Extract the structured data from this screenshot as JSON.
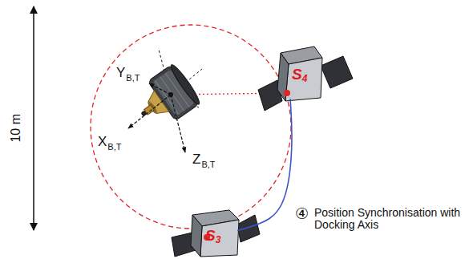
{
  "diagram": {
    "nodes": [
      {
        "text": [
          "S",
          "4"
        ]
      },
      {
        "text": [
          "S",
          "3"
        ]
      }
    ],
    "edges": [
      {
        "from": 0,
        "to": 1,
        "arrow": "none"
      }
    ],
    "labels": [
      "10 m",
      "Y",
      "B,T",
      "X",
      "B,T",
      "Z",
      "B,T",
      "④",
      "Position Synchronisation with Docking Axis"
    ]
  }
}
